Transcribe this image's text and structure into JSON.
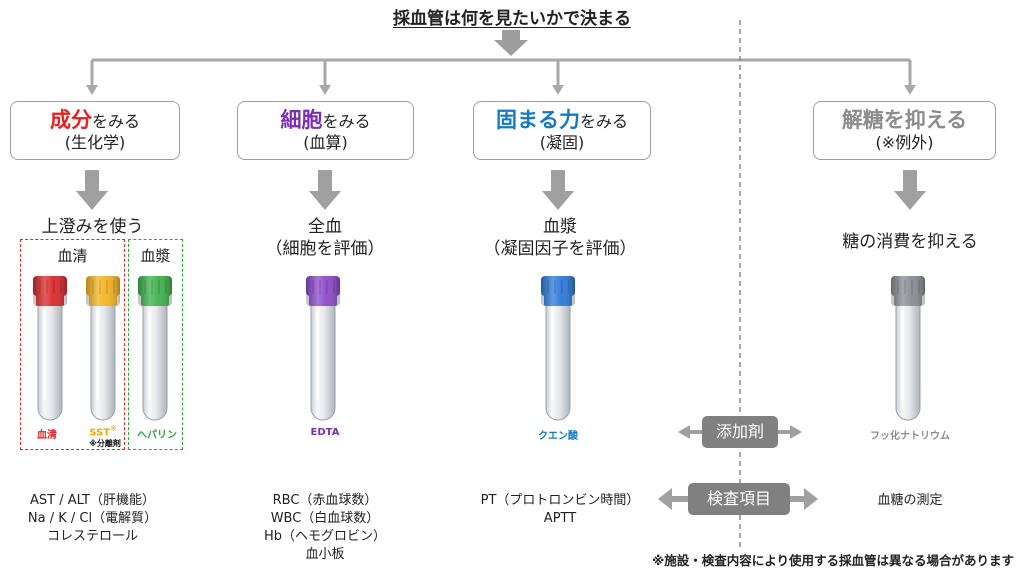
{
  "title": "採血管は何を見たいかで決まる",
  "colors": {
    "connector": "#9e9e9e",
    "arrow": "#a0a0a0",
    "accent_red": "#e8201e",
    "accent_purple": "#7b2fb0",
    "accent_blue": "#1478c8",
    "accent_gray": "#8c8c8c",
    "pill": "#808080"
  },
  "columns": [
    {
      "key": "component",
      "head_big": "成分",
      "head_rest": "をみる",
      "head_sub": "(生化学)",
      "head_color": "#e8201e",
      "sample": [
        "上澄みを使う"
      ],
      "tests": [
        "AST / ALT（肝機能）",
        "Na / K / Cl（電解質）",
        "コレステロール"
      ]
    },
    {
      "key": "cells",
      "head_big": "細胞",
      "head_rest": "をみる",
      "head_sub": "(血算)",
      "head_color": "#7b2fb0",
      "sample": [
        "全血",
        "（細胞を評価）"
      ],
      "tests": [
        "RBC（赤血球数）",
        "WBC（白血球数）",
        "Hb（ヘモグロビン）",
        "血小板"
      ]
    },
    {
      "key": "coag",
      "head_big": "固まる力",
      "head_rest": "をみる",
      "head_sub": "(凝固)",
      "head_color": "#1478c8",
      "sample": [
        "血漿",
        "（凝固因子を評価）"
      ],
      "tests": [
        "PT（プロトロンビン時間）",
        "APTT"
      ]
    },
    {
      "key": "glycolysis",
      "head_big": "解糖を抑える",
      "head_rest": "",
      "head_sub": "(※例外)",
      "head_color": "#8c8c8c",
      "sample": [
        "糖の消費を抑える"
      ],
      "tests": [
        "血糖の測定"
      ]
    }
  ],
  "groups": {
    "serum": "血清",
    "plasma": "血漿"
  },
  "tubes": [
    {
      "key": "serum-red",
      "label": "血清",
      "cap": "#d9262a",
      "label_color": "#e8201e"
    },
    {
      "key": "sst-yellow",
      "label": "SST",
      "sup": "※",
      "note": "※分離剤",
      "cap": "#f3b21f",
      "label_color": "#f0a800"
    },
    {
      "key": "heparin-green",
      "label": "ヘパリン",
      "cap": "#3cb04a",
      "label_color": "#2aa73a"
    },
    {
      "key": "edta-purple",
      "label": "EDTA",
      "cap": "#8a48c8",
      "label_color": "#7b2fb0"
    },
    {
      "key": "citrate-blue",
      "label": "クエン酸",
      "cap": "#2a78d8",
      "label_color": "#1478c8"
    },
    {
      "key": "fluoride-gray",
      "label": "フッ化ナトリウム",
      "cap": "#888c92",
      "label_color": "#8c8c8c"
    }
  ],
  "pills": {
    "additive": "添加剤",
    "tests": "検査項目"
  },
  "footnote": "※施設・検査内容により使用する採血管は異なる場合があります"
}
